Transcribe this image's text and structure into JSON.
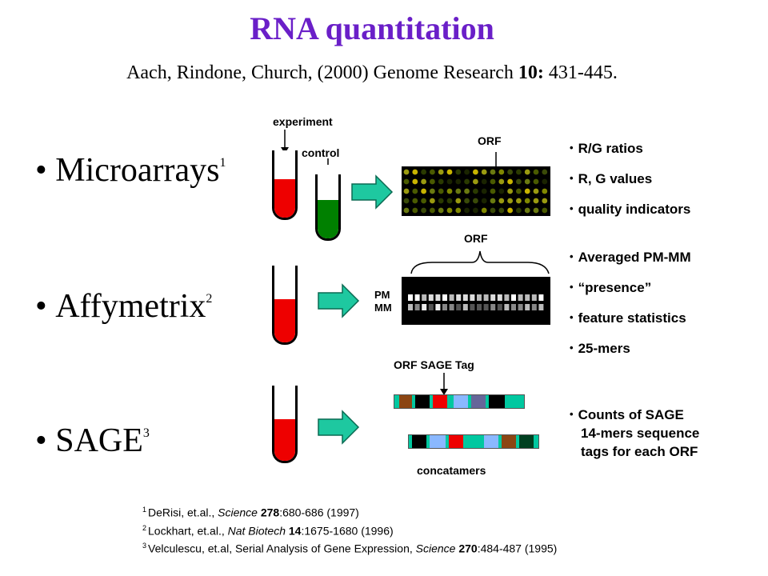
{
  "title": "RNA quantitation",
  "citation": {
    "authors": "Aach,  Rindone,  Church,  (2000) Genome Research ",
    "volume": "10:",
    "pages": " 431-445."
  },
  "bullets": [
    {
      "label": "Microarrays",
      "sup": "1"
    },
    {
      "label": "Affymetrix",
      "sup": "2"
    },
    {
      "label": "SAGE",
      "sup": "3"
    }
  ],
  "labels": {
    "experiment": "experiment",
    "control": "control",
    "orf_microarray": "ORF",
    "orf_affy": "ORF",
    "pm": "PM",
    "mm": "MM",
    "orf_sage_tag": "ORF SAGE Tag",
    "concatamers": "concatamers"
  },
  "microarray_outputs": [
    "R/G ratios",
    "R, G values",
    "quality indicators"
  ],
  "affy_outputs": [
    "Averaged PM-MM",
    "“presence”",
    "feature statistics",
    "25-mers"
  ],
  "sage_outputs": {
    "line1": "Counts of SAGE",
    "line2": "14-mers sequence",
    "line3": "tags for each ORF"
  },
  "footnotes": [
    {
      "num": "1",
      "pre": "DeRisi, et.al., ",
      "journal": "Science",
      "vol": "278",
      "rest": ":680-686 (1997)"
    },
    {
      "num": "2",
      "pre": "Lockhart,  et.al., ",
      "journal": "Nat Biotech",
      "vol": "14",
      "rest": ":1675-1680 (1996)"
    },
    {
      "num": "3",
      "pre": "Velculescu, et.al, Serial Analysis of Gene Expression, ",
      "journal": "Science",
      "vol": "270",
      "rest": ":484-487 (1995)"
    }
  ],
  "colors": {
    "title": "#6a1fc8",
    "tube_red": "#ee0000",
    "tube_green": "#008000",
    "arrow_teal": "#1ec8a0"
  }
}
